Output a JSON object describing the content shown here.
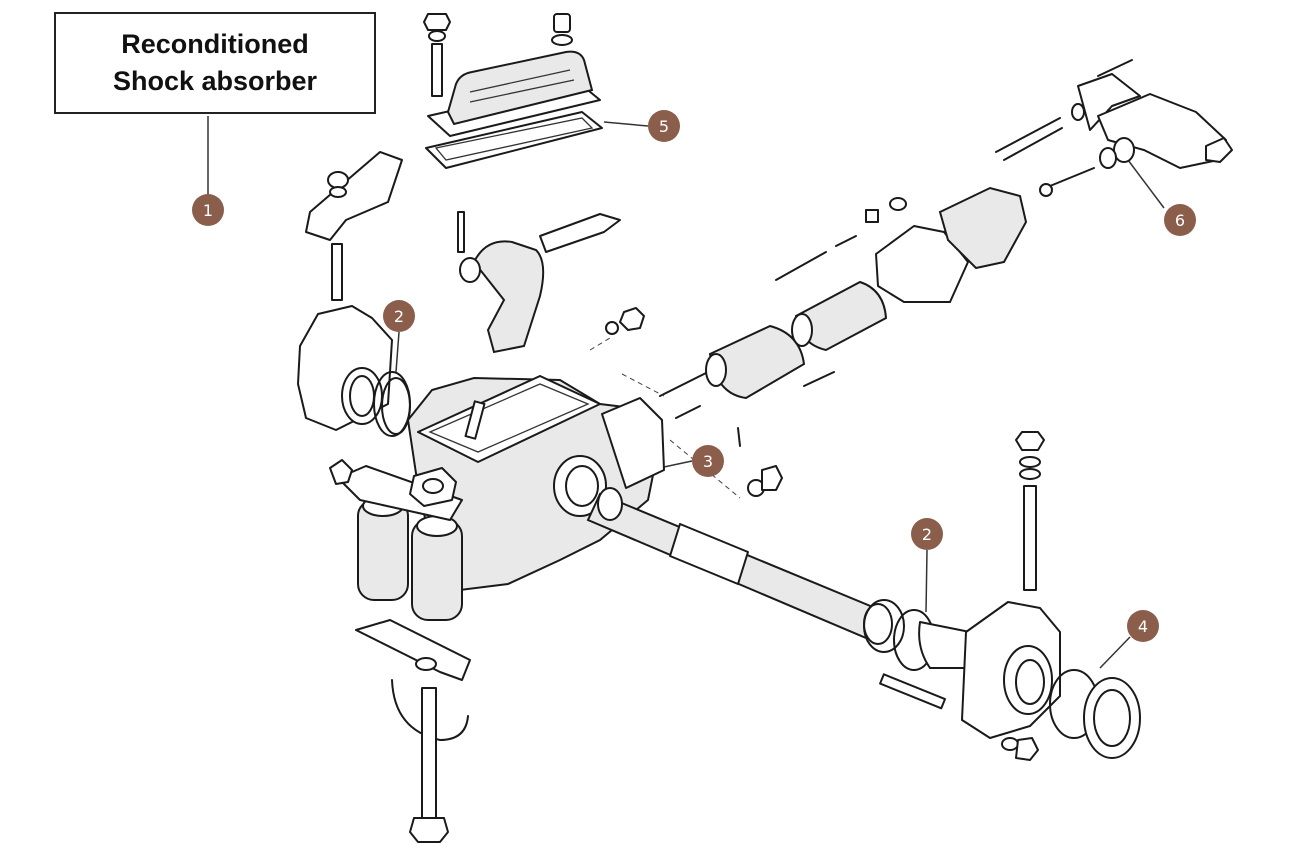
{
  "title_lines": [
    "Reconditioned",
    "Shock absorber"
  ],
  "callouts": [
    {
      "label": "1"
    },
    {
      "label": "2"
    },
    {
      "label": "2"
    },
    {
      "label": "3"
    },
    {
      "label": "4"
    },
    {
      "label": "5"
    },
    {
      "label": "6"
    }
  ],
  "colors": {
    "callout_fill": "#8b5e4c",
    "line_art": "#1a1a1a",
    "leader": "#333333"
  }
}
